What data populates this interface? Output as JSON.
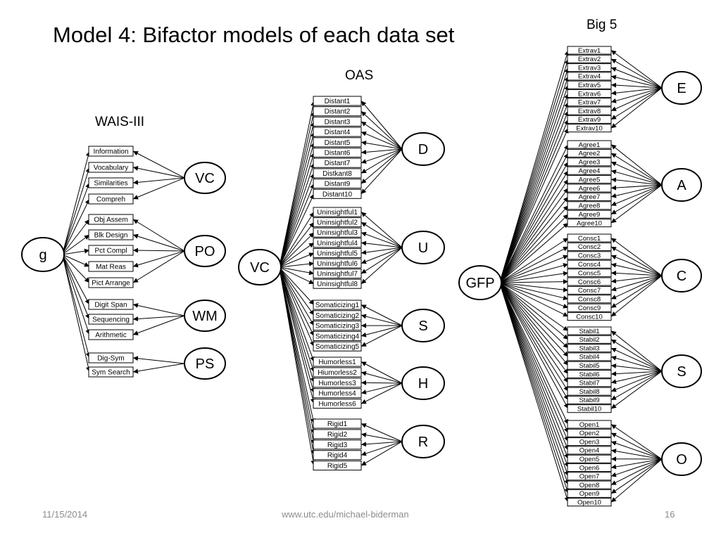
{
  "title": "Model 4:  Bifactor models of each data set",
  "footer": {
    "date": "11/15/2014",
    "url": "www.utc.edu/michael-biderman",
    "page": "16"
  },
  "wais": {
    "heading": "WAIS-III",
    "general": "g",
    "factors": [
      {
        "label": "VC",
        "items": [
          "Information",
          "Vocabulary",
          "Similarities",
          "Compreh"
        ]
      },
      {
        "label": "PO",
        "items": [
          "Obj Assem",
          "Blk Design",
          "Pct Compl",
          "Mat Reas",
          "Pict Arrange"
        ]
      },
      {
        "label": "WM",
        "items": [
          "Digit Span",
          "Sequencing",
          "Arithmetic"
        ]
      },
      {
        "label": "PS",
        "items": [
          "Dig-Sym",
          "Sym Search"
        ]
      }
    ]
  },
  "oas": {
    "heading": "OAS",
    "general": "VC",
    "factors": [
      {
        "label": "D",
        "items": [
          "Distant1",
          "Distant2",
          "Distant3",
          "Distant4",
          "Distant5",
          "Distant6",
          "Distant7",
          "Distkant8",
          "Distant9",
          "Distant10"
        ]
      },
      {
        "label": "U",
        "items": [
          "Uninsightful1",
          "Uninsightful2",
          "Uninsightful3",
          "Uninsightful4",
          "Uninsightful5",
          "Uninsightful6",
          "Uninsightful7",
          "Uninsightful8"
        ]
      },
      {
        "label": "S",
        "items": [
          "Somaticizing1",
          "Somaticizing2",
          "Somaticizing3",
          "Somaticizing4",
          "Somaticizing5"
        ]
      },
      {
        "label": "H",
        "items": [
          "Humorless1",
          "Hiumorless2",
          "Humorless3",
          "Humorless4",
          "Humorless6"
        ]
      },
      {
        "label": "R",
        "items": [
          "Rigid1",
          "Rigid2",
          "Rigid3",
          "Rigid4",
          "Rigid5"
        ]
      }
    ]
  },
  "big5": {
    "heading": "Big 5",
    "general": "GFP",
    "factors": [
      {
        "label": "E",
        "items": [
          "Extrav1",
          "Extrav2",
          "Extrav3",
          "Extrav4",
          "Extrav5",
          "Extrav6",
          "Extrav7",
          "Extrav8",
          "Extrav9",
          "Extrav10"
        ]
      },
      {
        "label": "A",
        "items": [
          "Agree1",
          "Agree2",
          "Agree3",
          "Agree4",
          "Agree5",
          "Agree6",
          "Agree7",
          "Agree8",
          "Agree9",
          "Agree10"
        ]
      },
      {
        "label": "C",
        "items": [
          "Consc1",
          "Consc2",
          "Consc3",
          "Consc4",
          "Consc5",
          "Consc6",
          "Consc7",
          "Consc8",
          "Consc9",
          "Consc10"
        ]
      },
      {
        "label": "S",
        "items": [
          "Stabil1",
          "Stabil2",
          "Stabil3",
          "Stabil4",
          "Stabil5",
          "Stabil6",
          "Stabil7",
          "Stabil8",
          "Stabil9",
          "Stabil10"
        ]
      },
      {
        "label": "O",
        "items": [
          "Open1",
          "Open2",
          "Open3",
          "Open4",
          "Open5",
          "Open6",
          "Open7",
          "Open8",
          "Open9",
          "Open10"
        ]
      }
    ]
  }
}
